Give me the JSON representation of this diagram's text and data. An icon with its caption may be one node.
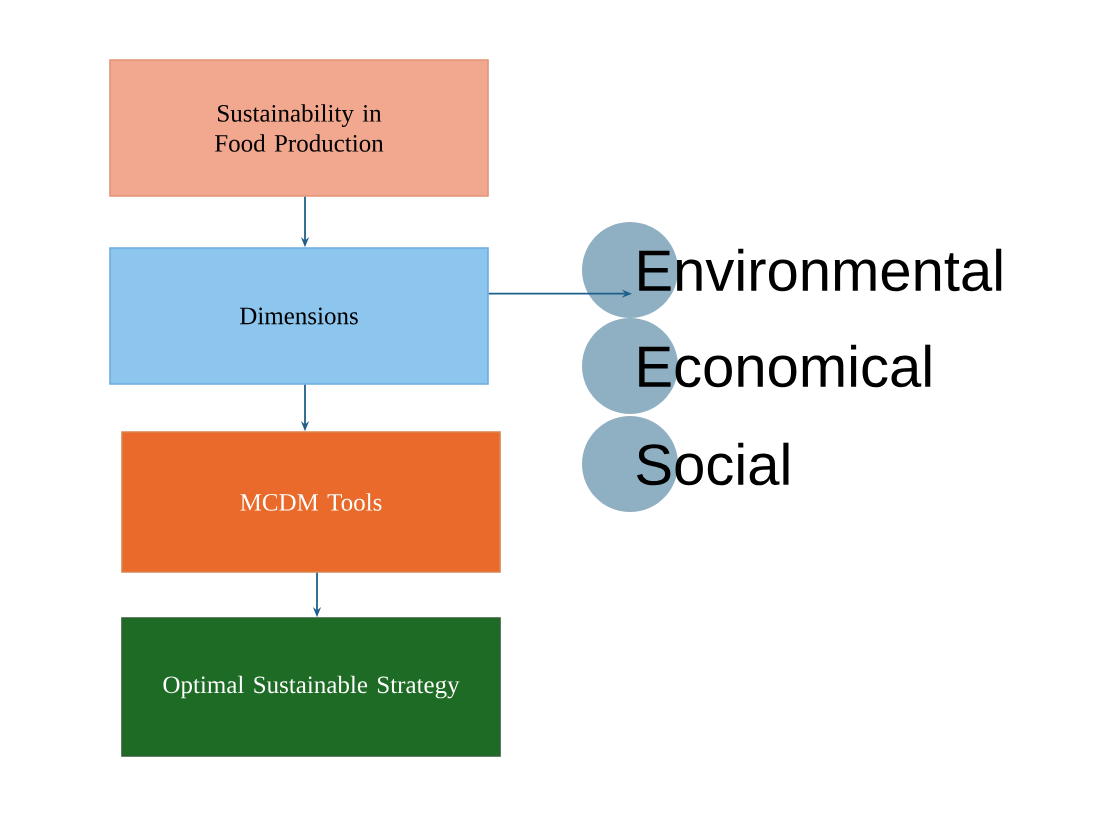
{
  "diagram": {
    "nodes": [
      {
        "text": [
          "Sustainability in Food Production"
        ]
      },
      {
        "text": [
          "Dimensions"
        ]
      },
      {
        "text": [
          "MCDM Tools"
        ]
      },
      {
        "text": [
          "Optimal Sustainable Strategy"
        ]
      },
      {
        "text": [
          "Environmental"
        ]
      },
      {
        "text": [
          "Economical"
        ]
      },
      {
        "text": [
          "Social"
        ]
      }
    ],
    "edges": [
      {
        "from": 0,
        "to": 1,
        "arrow": "to"
      },
      {
        "from": 1,
        "to": 2,
        "arrow": "to"
      },
      {
        "from": 2,
        "to": 3,
        "arrow": "to"
      },
      {
        "from": 1,
        "to": 4,
        "arrow": "to"
      }
    ]
  }
}
